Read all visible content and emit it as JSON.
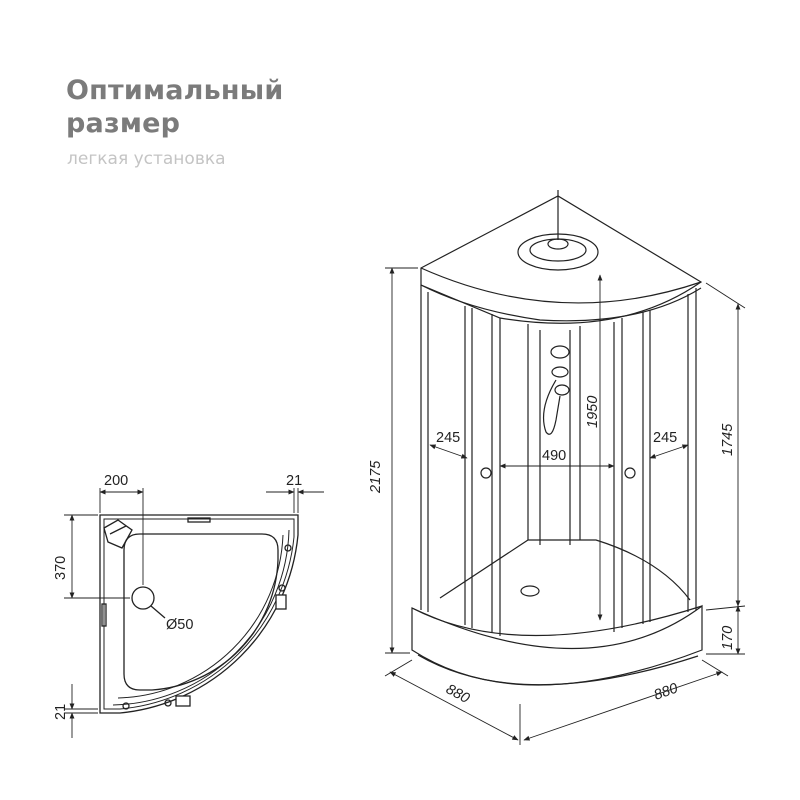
{
  "header": {
    "title_line1": "Оптимальный",
    "title_line2": "размер",
    "subtitle": "легкая установка"
  },
  "plan_view": {
    "dim_width_offset": "200",
    "dim_frame_side": "21",
    "dim_depth_offset": "370",
    "dim_frame_bottom": "21",
    "drain_diameter": "Ø50"
  },
  "perspective_view": {
    "total_height": "2175",
    "cabin_height": "1745",
    "inner_height": "1950",
    "side_panel_left": "245",
    "door_width": "490",
    "side_panel_right": "245",
    "tray_height": "170",
    "depth_left": "880",
    "depth_right": "880"
  },
  "colors": {
    "title": "#7b7b7b",
    "subtitle": "#c4c4c4",
    "lines": "#222222"
  }
}
